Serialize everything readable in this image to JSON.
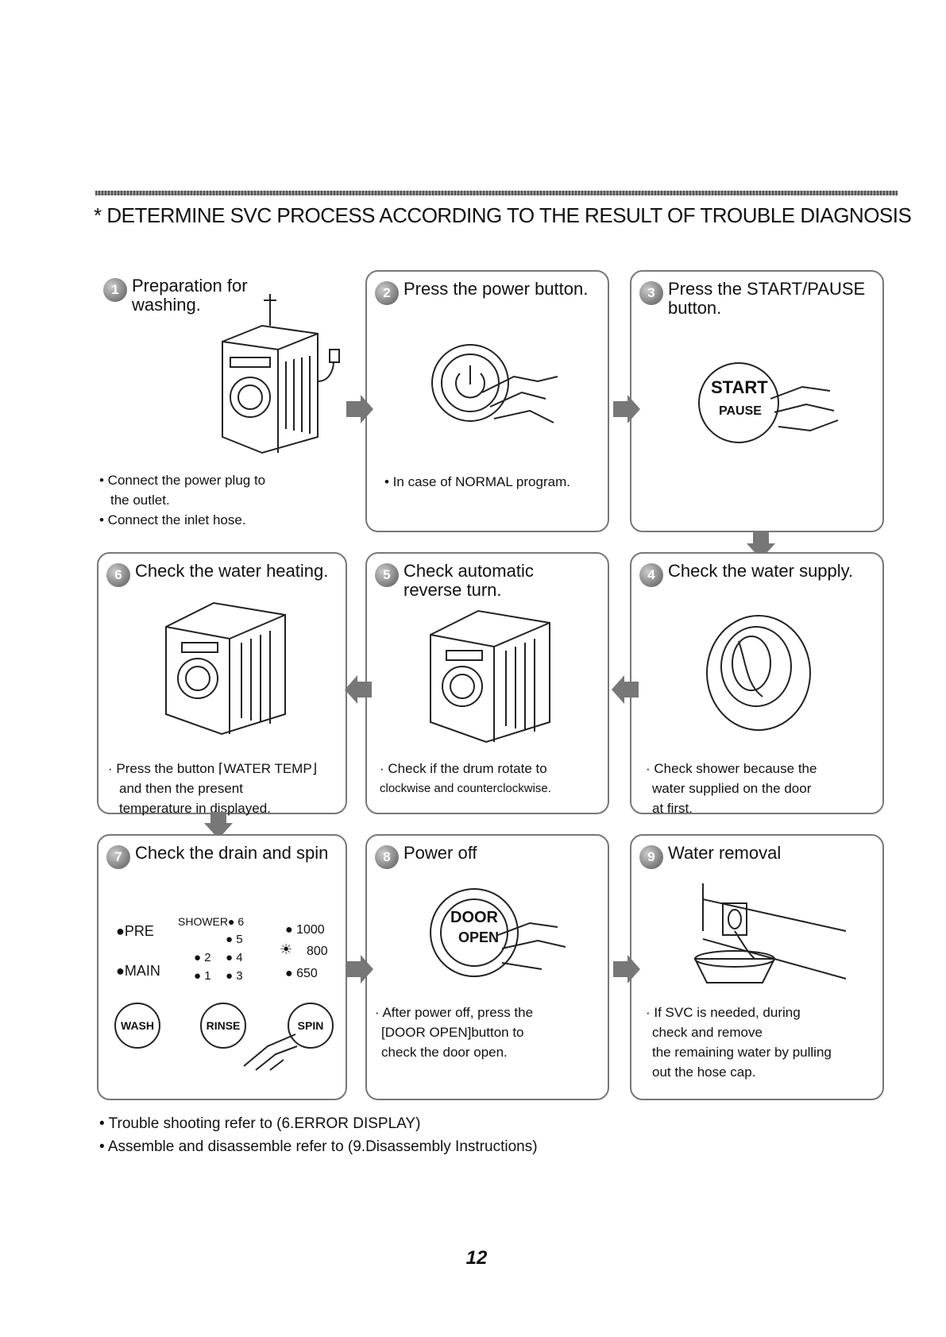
{
  "header": {
    "title": "* DETERMINE SVC PROCESS ACCORDING TO THE RESULT OF TROUBLE DIAGNOSIS"
  },
  "steps": [
    {
      "num": "1",
      "title": "Preparation for washing.",
      "notes": [
        "• Connect the power plug to",
        "the outlet.",
        "• Connect the inlet hose."
      ]
    },
    {
      "num": "2",
      "title": "Press the power button.",
      "notes": [
        "• In case of NORMAL program."
      ]
    },
    {
      "num": "3",
      "title": "Press the START/PAUSE button.",
      "notes": []
    },
    {
      "num": "4",
      "title": "Check the water supply.",
      "notes": [
        "· Check shower because the",
        "water supplied on the door",
        "at first."
      ]
    },
    {
      "num": "5",
      "title": "Check automatic reverse turn.",
      "notes": [
        "· Check if the drum rotate to",
        "clockwise and counterclockwise."
      ]
    },
    {
      "num": "6",
      "title": "Check the water heating.",
      "notes": [
        "· Press the button ⌈WATER TEMP⌋",
        "and then the present",
        "temperature in displayed."
      ]
    },
    {
      "num": "7",
      "title": "Check the drain and spin",
      "notes": []
    },
    {
      "num": "8",
      "title": "Power off",
      "notes": [
        "· After power off, press the",
        "[DOOR OPEN]button to",
        "check the door open."
      ]
    },
    {
      "num": "9",
      "title": "Water removal",
      "notes": [
        "· If SVC is needed, during",
        "check and remove",
        "the remaining water by pulling",
        "out the hose cap."
      ]
    }
  ],
  "panel": {
    "pre": "●PRE",
    "main": "●MAIN",
    "shower": "SHOWER● 6",
    "l5": "● 5",
    "l2": "● 2",
    "l4": "● 4",
    "l1": "● 1",
    "l3": "● 3",
    "s1000": "● 1000",
    "s800": "800",
    "s650": "● 650",
    "wash": "WASH",
    "rinse": "RINSE",
    "spin": "SPIN"
  },
  "labels": {
    "start": "START",
    "pause": "PAUSE",
    "door": "DOOR",
    "open": "OPEN"
  },
  "footer": {
    "notes": [
      "• Trouble shooting refer to (6.ERROR DISPLAY)",
      "• Assemble and disassemble refer to (9.Disassembly Instructions)"
    ],
    "page": "12"
  }
}
